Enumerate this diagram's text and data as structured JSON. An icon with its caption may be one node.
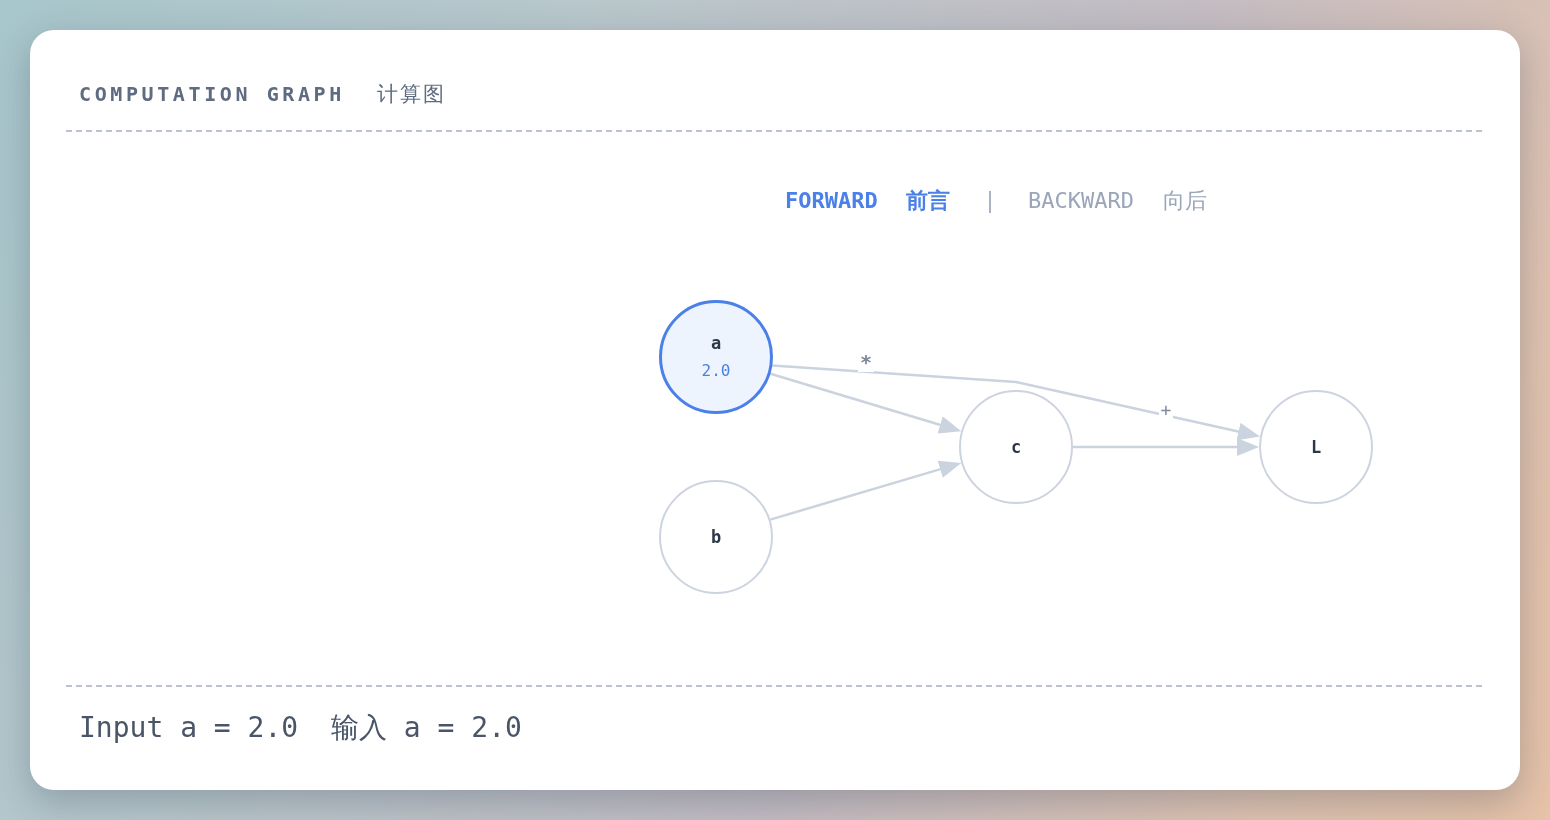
{
  "diagram": {
    "title": "COMPUTATION GRAPH",
    "nodes": [
      {
        "text": [
          "a",
          "2.0"
        ]
      },
      {
        "text": [
          "b"
        ]
      },
      {
        "text": [
          "c"
        ]
      },
      {
        "text": [
          "L"
        ]
      }
    ],
    "edges": [
      {
        "from": 0,
        "to": 2,
        "arrow": "to"
      },
      {
        "from": 1,
        "to": 2,
        "arrow": "to"
      },
      {
        "from": 0,
        "to": 3,
        "arrow": "to"
      },
      {
        "from": 2,
        "to": 3,
        "arrow": "to"
      }
    ],
    "labels": [
      "计算图",
      "FORWARD",
      "前言",
      "BACKWARD",
      "向后",
      "*",
      "+",
      "Input a = 2.0",
      "输入 a = 2.0"
    ]
  }
}
